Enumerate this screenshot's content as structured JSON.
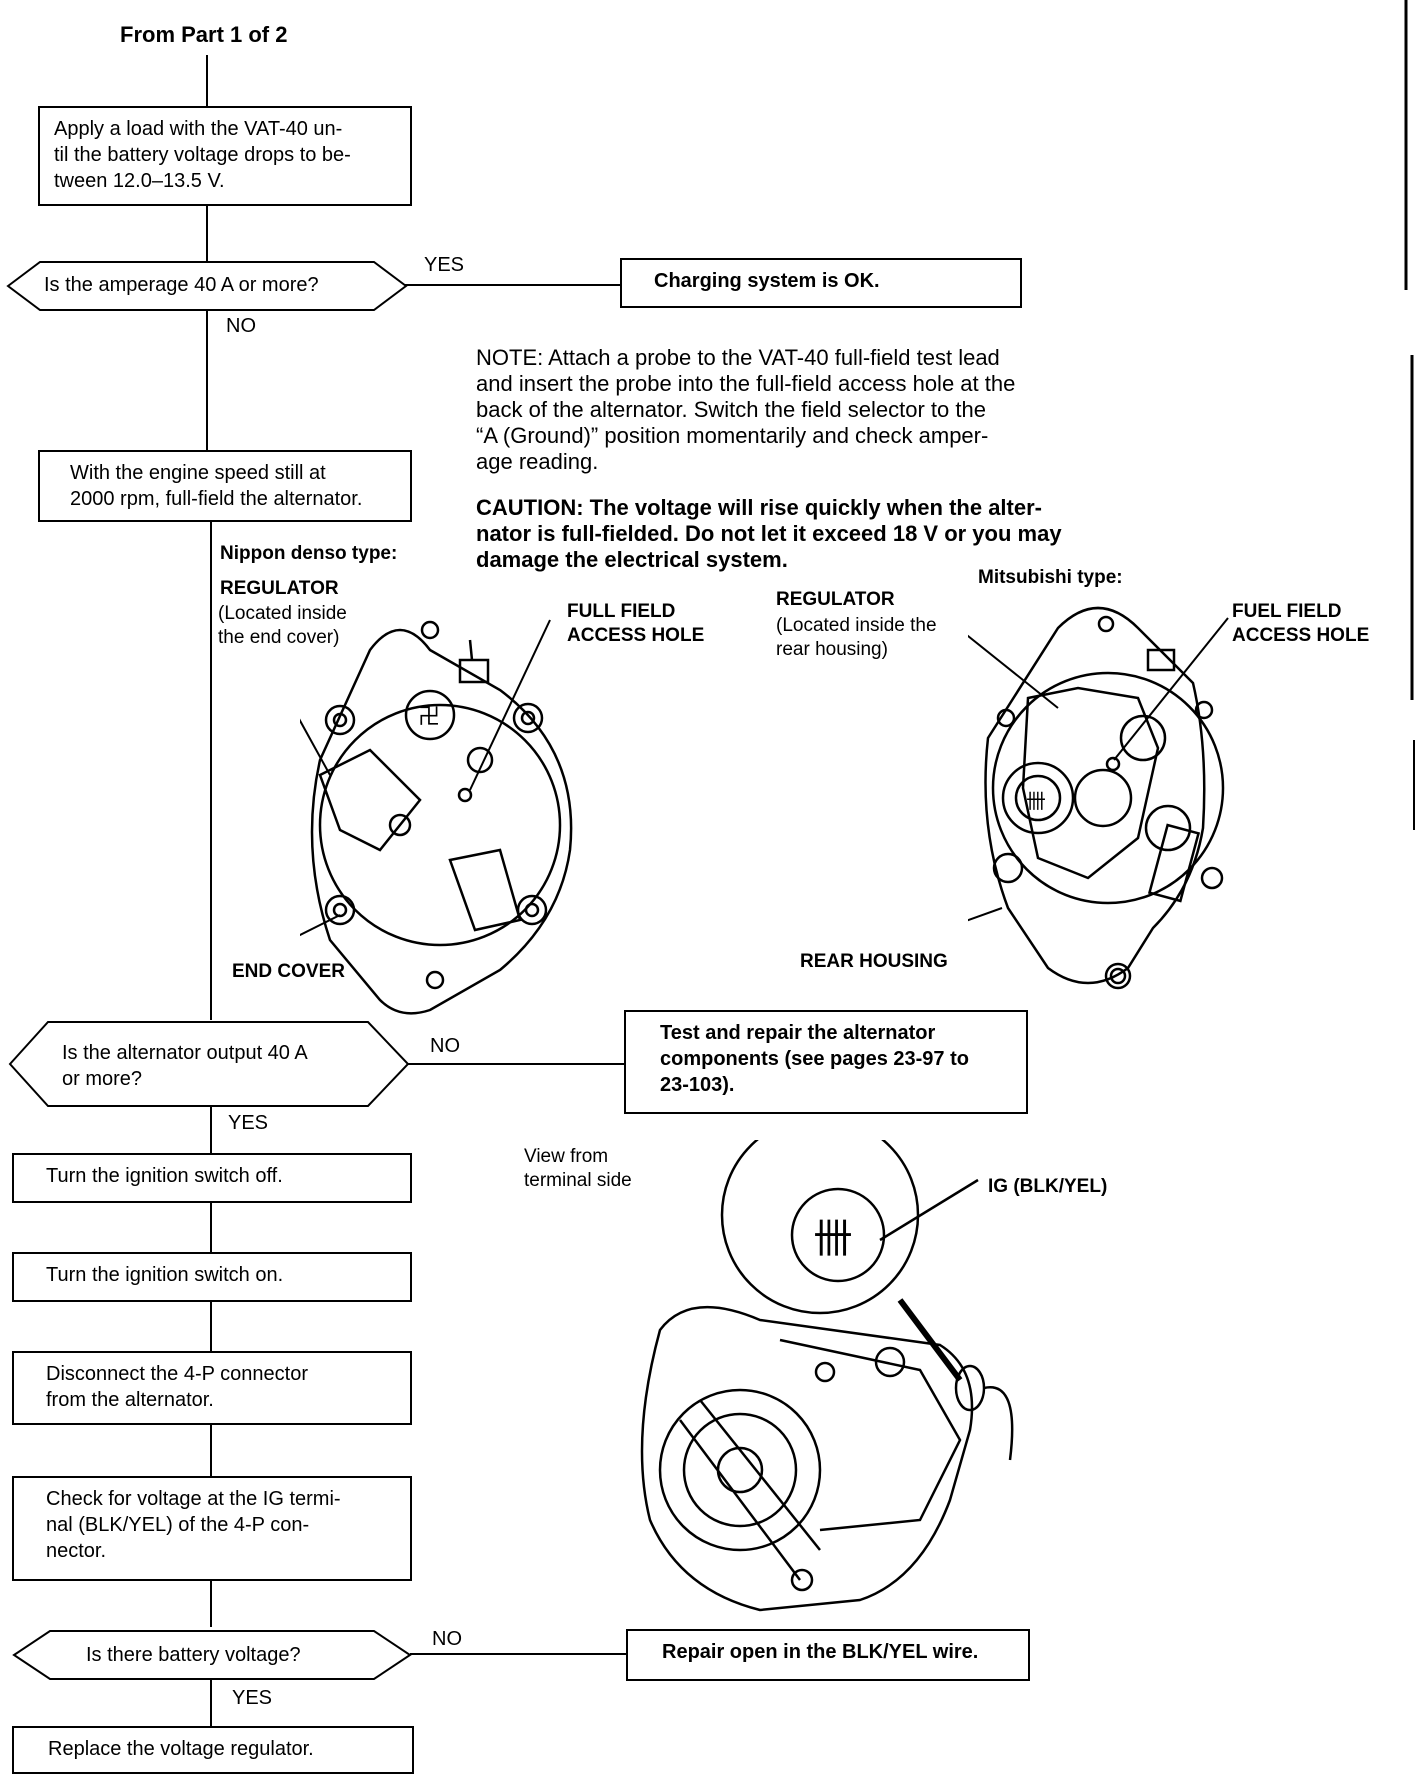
{
  "header": "From Part 1 of 2",
  "steps": {
    "apply_load": "Apply a load with the VAT-40 un-\ntil the battery voltage drops to be-\ntween 12.0–13.5 V.",
    "q_amperage": "Is the amperage 40 A or more?",
    "ok": "Charging system is OK.",
    "full_field": "With the engine speed still at\n2000 rpm, full-field the alternator.",
    "q_output": "Is the alternator output 40 A\nor more?",
    "test_repair": "Test and repair the alternator\ncomponents (see pages 23-97 to\n23-103).",
    "ign_off": "Turn the ignition switch off.",
    "ign_on": "Turn the ignition switch on.",
    "disconnect": "Disconnect the 4-P connector\nfrom the alternator.",
    "check_voltage": "Check for voltage at the IG termi-\nnal (BLK/YEL) of the 4-P con-\nnector.",
    "q_battery": "Is there battery voltage?",
    "repair_wire": "Repair open in the BLK/YEL wire.",
    "replace": "Replace the voltage regulator."
  },
  "answers": {
    "yes": "YES",
    "no": "NO"
  },
  "note": "NOTE:  Attach a probe to the VAT-40 full-field test lead\nand insert the probe into the full-field access hole at the\nback of the alternator. Switch the field selector to the\n“A (Ground)” position momentarily and check amper-\nage reading.",
  "caution": "CAUTION:  The voltage will rise quickly when the alter-\nnator is full-fielded. Do not let it exceed 18 V or you may\ndamage the electrical system.",
  "nippon": {
    "type": "Nippon denso type:",
    "regulator": "REGULATOR",
    "regulator_loc": "(Located inside\nthe end cover)",
    "access": "FULL FIELD\nACCESS HOLE",
    "end_cover": "END COVER"
  },
  "mitsubishi": {
    "type": "Mitsubishi type:",
    "regulator": "REGULATOR",
    "regulator_loc": "(Located inside the\nrear housing)",
    "access": "FUEL FIELD\nACCESS HOLE",
    "rear_housing": "REAR HOUSING"
  },
  "connector": {
    "view": "View from\nterminal side",
    "ig": "IG (BLK/YEL)"
  }
}
